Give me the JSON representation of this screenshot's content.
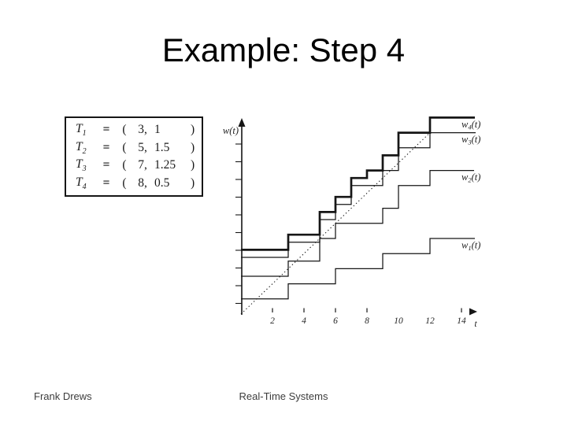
{
  "slide": {
    "title": "Example: Step 4",
    "footer_left": "Frank Drews",
    "footer_center": "Real-Time Systems"
  },
  "colors": {
    "ink": "#161616",
    "label_ink": "#242424",
    "footer_text": "#3d3d3d"
  },
  "task_table": {
    "rows": [
      {
        "task": "T",
        "sub": "1",
        "eq": "=",
        "open": "(",
        "period": "3,",
        "exec": "1",
        "close": ")"
      },
      {
        "task": "T",
        "sub": "2",
        "eq": "=",
        "open": "(",
        "period": "5,",
        "exec": "1.5",
        "close": ")"
      },
      {
        "task": "T",
        "sub": "3",
        "eq": "=",
        "open": "(",
        "period": "7,",
        "exec": "1.25",
        "close": ")"
      },
      {
        "task": "T",
        "sub": "4",
        "eq": "=",
        "open": "(",
        "period": "8,",
        "exec": "0.5",
        "close": ")"
      }
    ]
  },
  "chart_data": {
    "type": "line",
    "subtype": "step-functions (time-demand analysis)",
    "title": "",
    "xlabel": "t",
    "ylabel": "w(t)",
    "xlim": [
      0,
      15
    ],
    "ylim": [
      0,
      13.5
    ],
    "grid": false,
    "x_tick_labels": [
      "2",
      "4",
      "6",
      "8",
      "10",
      "12",
      "14"
    ],
    "x_tick_values": [
      2,
      4,
      6,
      8,
      10,
      12,
      14
    ],
    "x_ticks_with_marks": [
      2,
      4,
      6,
      8,
      14
    ],
    "y_tick_count": 10,
    "diagonal_line": {
      "label": "w = t",
      "style": "dotted",
      "from": [
        0,
        0
      ],
      "to": [
        12,
        12
      ]
    },
    "series": [
      {
        "name": "w1(t)",
        "label_base": "w",
        "label_sub": "1",
        "label_rest": "(t)",
        "bold": false,
        "segments": [
          [
            0,
            3,
            1
          ],
          [
            3,
            6,
            2
          ],
          [
            6,
            9,
            3
          ],
          [
            9,
            12,
            4
          ],
          [
            12,
            14.85,
            5
          ]
        ]
      },
      {
        "name": "w2(t)",
        "label_base": "w",
        "label_sub": "2",
        "label_rest": "(t)",
        "bold": false,
        "segments": [
          [
            0,
            3,
            2.5
          ],
          [
            3,
            5,
            3.5
          ],
          [
            5,
            6,
            5
          ],
          [
            6,
            9,
            6
          ],
          [
            9,
            10,
            7
          ],
          [
            10,
            12,
            8.5
          ],
          [
            12,
            14.8,
            9.5
          ]
        ]
      },
      {
        "name": "w3(t)",
        "label_base": "w",
        "label_sub": "3",
        "label_rest": "(t)",
        "bold": false,
        "segments": [
          [
            0,
            3,
            3.75
          ],
          [
            3,
            5,
            4.75
          ],
          [
            5,
            6,
            6.25
          ],
          [
            6,
            7,
            7.25
          ],
          [
            7,
            9,
            8.5
          ],
          [
            9,
            10,
            9.5
          ],
          [
            10,
            12,
            11
          ],
          [
            12,
            14.9,
            12
          ]
        ]
      },
      {
        "name": "w4(t)",
        "label_base": "w",
        "label_sub": "4",
        "label_rest": "(t)",
        "bold": true,
        "segments": [
          [
            0,
            3,
            4.25
          ],
          [
            3,
            5,
            5.25
          ],
          [
            5,
            6,
            6.75
          ],
          [
            6,
            7,
            7.75
          ],
          [
            7,
            8,
            9
          ],
          [
            8,
            9,
            9.5
          ],
          [
            9,
            10,
            10.5
          ],
          [
            10,
            12,
            12
          ],
          [
            12,
            14.85,
            13
          ]
        ]
      }
    ]
  }
}
